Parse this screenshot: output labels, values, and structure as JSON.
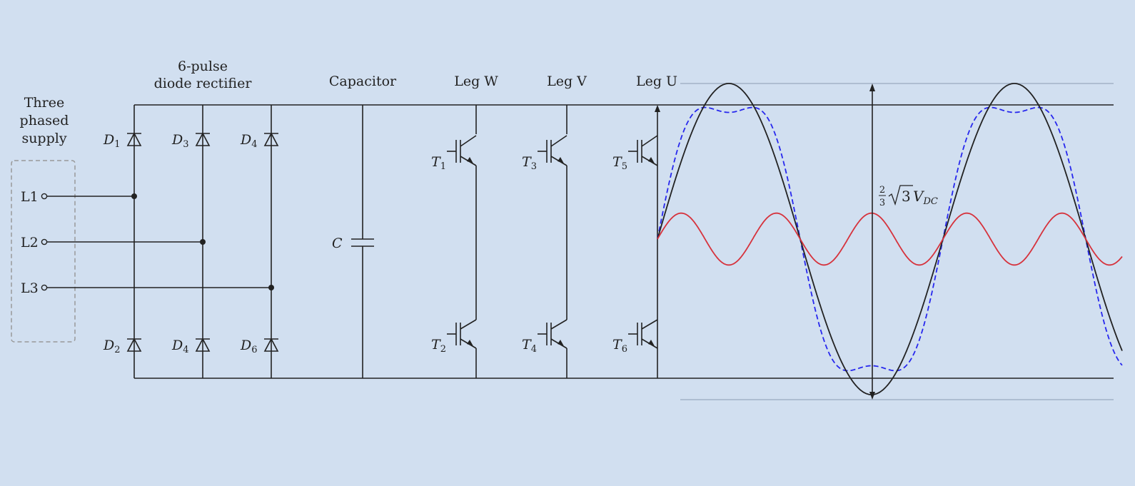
{
  "supply": {
    "title_lines": [
      "Three",
      "phased",
      "supply"
    ],
    "terminals": [
      "L1",
      "L2",
      "L3"
    ]
  },
  "rectifier": {
    "title_lines": [
      "6-pulse",
      "diode rectifier"
    ],
    "diodes_top": [
      {
        "sym": "D",
        "sub": "1"
      },
      {
        "sym": "D",
        "sub": "3"
      },
      {
        "sym": "D",
        "sub": "4"
      }
    ],
    "diodes_bottom": [
      {
        "sym": "D",
        "sub": "2"
      },
      {
        "sym": "D",
        "sub": "4"
      },
      {
        "sym": "D",
        "sub": "6"
      }
    ]
  },
  "capacitor": {
    "title": "Capacitor",
    "symbol": "C"
  },
  "legs": [
    {
      "title": "Leg W",
      "top": {
        "sym": "T",
        "sub": "1"
      },
      "bottom": {
        "sym": "T",
        "sub": "2"
      }
    },
    {
      "title": "Leg V",
      "top": {
        "sym": "T",
        "sub": "3"
      },
      "bottom": {
        "sym": "T",
        "sub": "4"
      }
    },
    {
      "title": "Leg U",
      "top": {
        "sym": "T",
        "sub": "5"
      },
      "bottom": {
        "sym": "T",
        "sub": "6"
      }
    }
  ],
  "amplitude_label": {
    "fraction_num": "2",
    "fraction_den": "3",
    "root": "3",
    "sym": "V",
    "sub": "DC"
  },
  "colors": {
    "background": "#d1dff0",
    "wire": "#222222",
    "sine": "#222222",
    "modulated": "#2727ee",
    "third_harmonic": "#d6323c",
    "limit_lines": "#aebdd1",
    "supply_box": "#999999"
  }
}
